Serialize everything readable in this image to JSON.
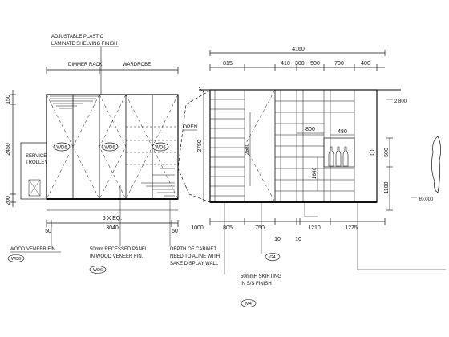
{
  "title_notes": {
    "shelving": [
      "ADJUSTABLE PLASTIC",
      "LAMINATE SHELVING FINISH"
    ],
    "dimmer_rack": "DIMMER RACK",
    "wardrobe": "WARDROBE",
    "open": "OPEN",
    "service": [
      "SERVICE",
      "TROLLEY"
    ]
  },
  "tags": {
    "wd6": "WD6",
    "g4": "G4",
    "m4": "M4"
  },
  "left_elevation": {
    "vertical_dims": [
      "150",
      "2450",
      "200"
    ],
    "eq_label": "5 X EQ.",
    "bottom_dims": [
      "50",
      "3040",
      "50"
    ]
  },
  "right_elevation": {
    "top_total": "4160",
    "top_dims": [
      "815",
      "410",
      "300",
      "500",
      "700",
      "400"
    ],
    "inner_dims": [
      "2750",
      "2580",
      "800",
      "480",
      "1640",
      "500",
      "1100"
    ],
    "levels": [
      "2,800",
      "±0.000"
    ],
    "bottom_dims": [
      "1000",
      "805",
      "750",
      "10",
      "10",
      "1210",
      "1275"
    ]
  },
  "callouts": {
    "wood_veneer": "WOOD VENEER FIN.",
    "recessed": [
      "50mm RECESSED PANEL",
      "IN WOOD VENEER FIN."
    ],
    "depth": [
      "DEPTH OF CABINET",
      "NEED TO ALINE WITH",
      "SAKE DISPLAY WALL"
    ],
    "skirting": [
      "50mmH SKIRTING",
      "IN S/S FINISH"
    ]
  },
  "colors": {
    "line": "#111111",
    "background": "#ffffff"
  }
}
